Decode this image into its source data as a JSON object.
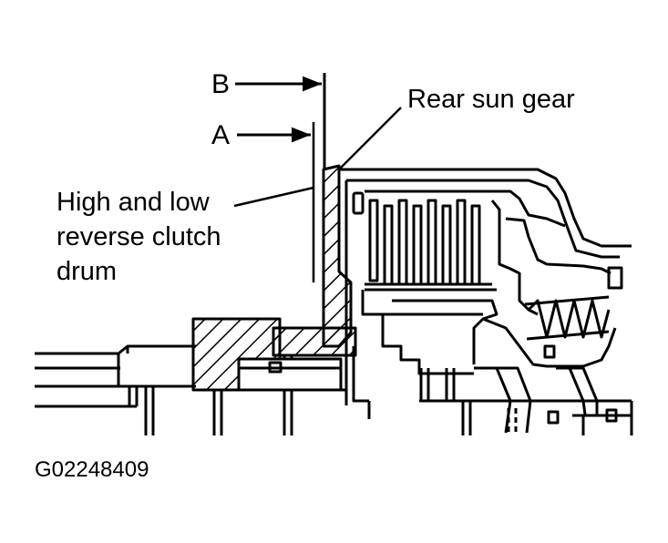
{
  "labels": {
    "dimension_b": "B",
    "dimension_a": "A",
    "rear_sun_gear": "Rear sun gear",
    "clutch_drum_line1": "High and low",
    "clutch_drum_line2": "reverse clutch",
    "clutch_drum_line3": "drum",
    "figure_code": "G02248409"
  },
  "colors": {
    "ink": "#000000",
    "paper": "#ffffff"
  }
}
